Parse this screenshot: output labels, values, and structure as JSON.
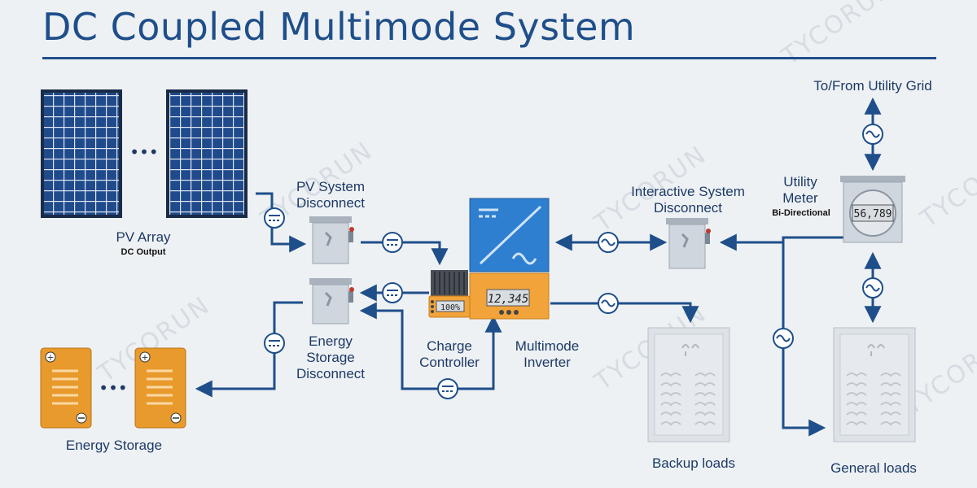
{
  "title": "DC Coupled Multimode System",
  "watermark": "TYCORUN",
  "labels": {
    "pv_array": "PV Array",
    "pv_array_sub": "DC Output",
    "pv_disconnect": [
      "PV System",
      "Disconnect"
    ],
    "es_disconnect": [
      "Energy",
      "Storage",
      "Disconnect"
    ],
    "charge_controller": [
      "Charge",
      "Controller"
    ],
    "multimode_inverter": [
      "Multimode",
      "Inverter"
    ],
    "interactive_disconnect": [
      "Interactive System",
      "Disconnect"
    ],
    "utility_meter": [
      "Utility",
      "Meter"
    ],
    "utility_meter_sub": "Bi-Directional",
    "utility_grid": "To/From Utility Grid",
    "energy_storage": "Energy Storage",
    "backup_loads": "Backup loads",
    "general_loads": "General loads"
  },
  "displays": {
    "charge_controller": "100%",
    "inverter": "12,345",
    "meter": "56,789"
  },
  "ellipsis": "•••",
  "colors": {
    "line": "#1f4f8a",
    "panel": "#1f4a8c",
    "battery": "#e89a2c",
    "inverter_top": "#2f7fd0",
    "inverter_bottom": "#f2a33a",
    "box": "#cfd6dd"
  }
}
